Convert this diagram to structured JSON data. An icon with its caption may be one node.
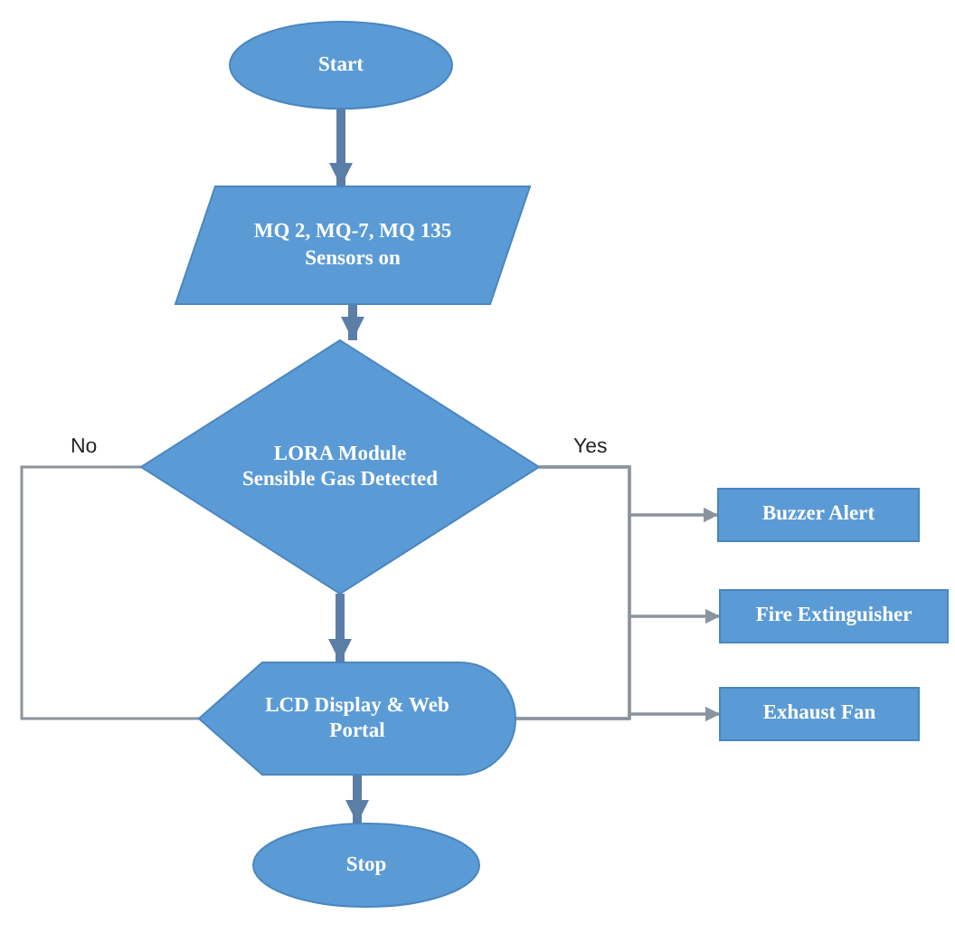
{
  "diagram": {
    "nodes": [
      {
        "text": [
          "Start"
        ]
      },
      {
        "text": [
          "MQ 2, MQ-7, MQ 135 Sensors on"
        ]
      },
      {
        "text": [
          "LORA Module Sensible Gas Detected"
        ]
      },
      {
        "text": [
          "LCD Display & Web Portal"
        ]
      },
      {
        "text": [
          "Stop"
        ]
      },
      {
        "text": [
          "Buzzer Alert"
        ]
      },
      {
        "text": [
          "Fire Extinguisher"
        ]
      },
      {
        "text": [
          "Exhaust Fan"
        ]
      }
    ],
    "edges": [
      {
        "from": 0,
        "to": 1,
        "arrow": "to",
        "style": "thick",
        "color": "#5b7ea6"
      },
      {
        "from": 1,
        "to": 2,
        "arrow": "to",
        "style": "thick",
        "color": "#5b7ea6"
      },
      {
        "from": 2,
        "to": 3,
        "arrow": "to",
        "style": "thick",
        "color": "#5b7ea6"
      },
      {
        "from": 3,
        "to": 4,
        "arrow": "to",
        "style": "thick",
        "color": "#5b7ea6"
      },
      {
        "from": 2,
        "to": 3,
        "label": "No",
        "arrow": "none"
      },
      {
        "from": 2,
        "to": 5,
        "label": "Yes",
        "arrow": "to"
      },
      {
        "from": 2,
        "to": 6,
        "arrow": "to"
      },
      {
        "from": 2,
        "to": 7,
        "arrow": "to"
      },
      {
        "from": 3,
        "to": 5,
        "arrow": "to"
      },
      {
        "from": 3,
        "to": 6,
        "arrow": "to"
      },
      {
        "from": 3,
        "to": 7,
        "arrow": "to"
      }
    ]
  }
}
